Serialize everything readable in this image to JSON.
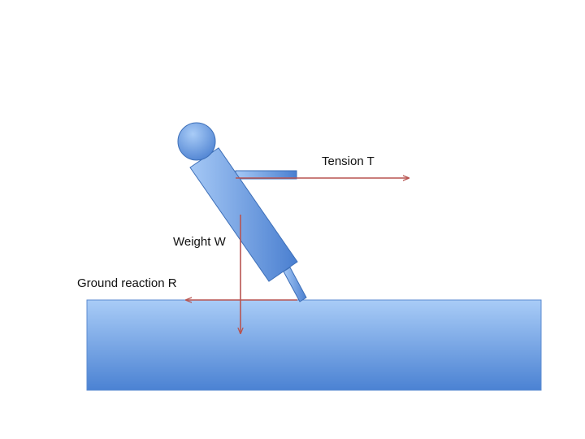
{
  "labels": {
    "tension": "Tension T",
    "weight": "Weight W",
    "ground_reaction": "Ground reaction R"
  },
  "colors": {
    "arrow": "#b85450",
    "body_fill_light": "#a5c8f5",
    "body_fill_dark": "#4a7fd0",
    "body_stroke": "#3d6fb8"
  },
  "figure": {
    "lean_direction": "backward, leaning left while pulling to the right"
  }
}
